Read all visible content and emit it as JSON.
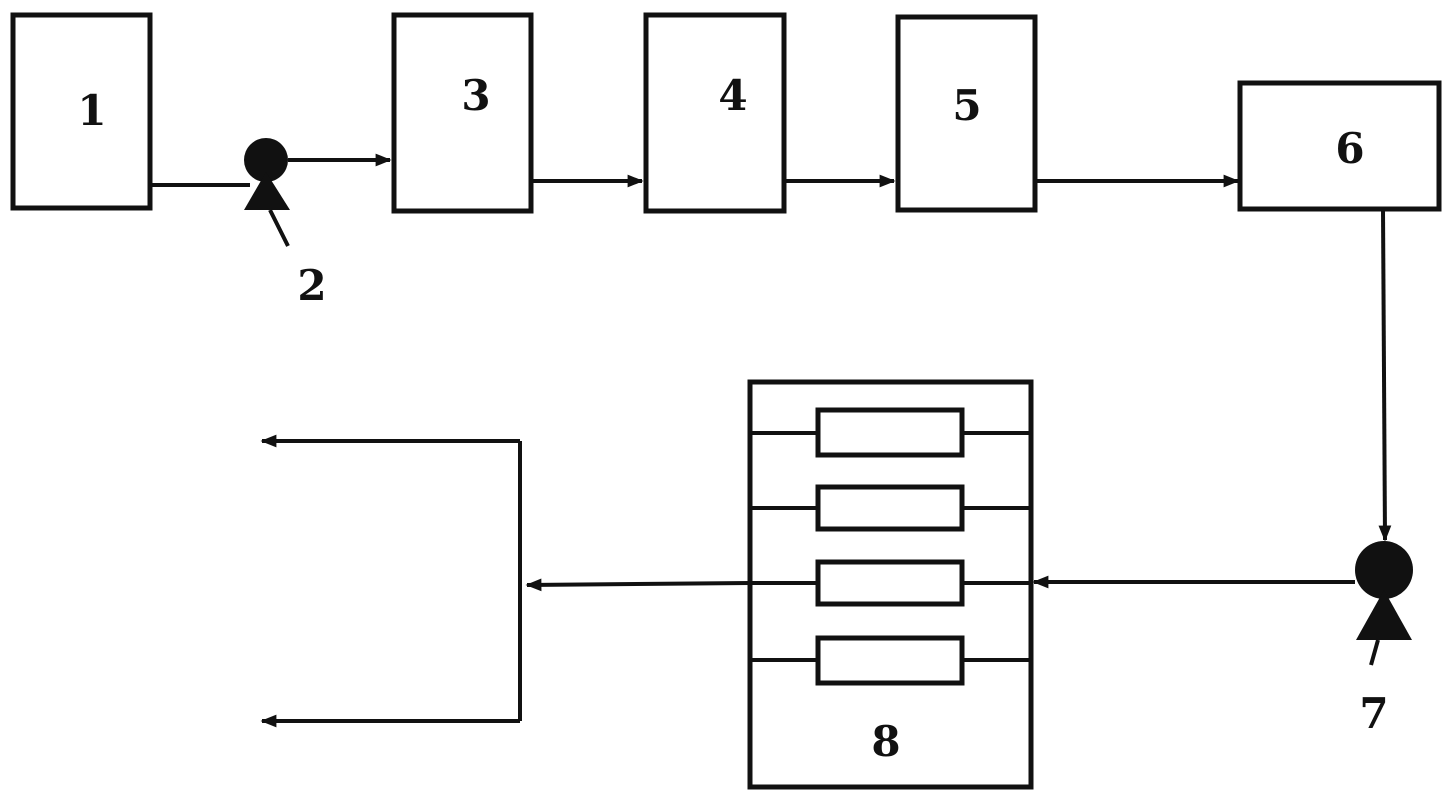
{
  "diagram": {
    "labels": {
      "n1": "1",
      "n2": "2",
      "n3": "3",
      "n4": "4",
      "n5": "5",
      "n6": "6",
      "n7": "7",
      "n8": "8"
    },
    "colors": {
      "stroke": "#111111",
      "background": "#ffffff"
    },
    "icons": {
      "pump": "pump-icon",
      "filter_element": "filter-element-icon",
      "arrow": "arrowhead-icon"
    }
  }
}
